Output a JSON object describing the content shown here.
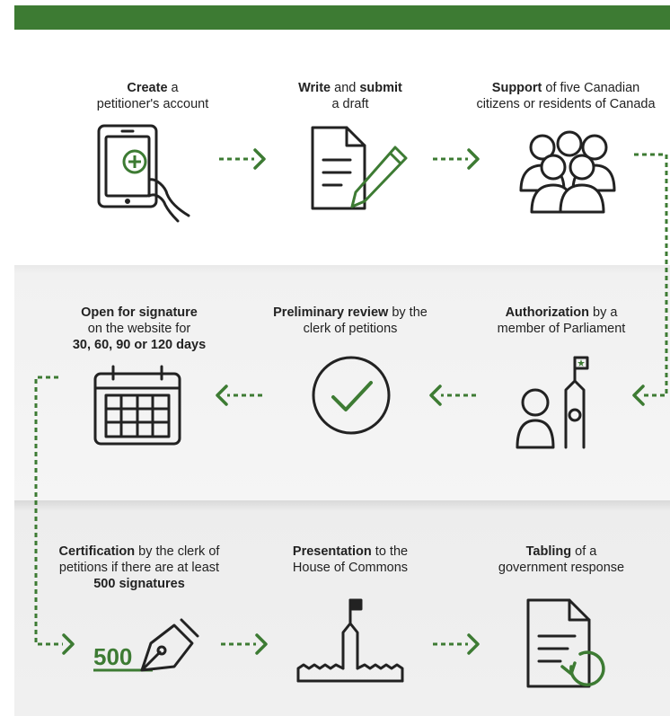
{
  "colors": {
    "accent": "#3d7b33",
    "icon": "#222222",
    "band2": "#f3f3f3",
    "band3": "#ececec"
  },
  "steps": [
    {
      "bold": "Create",
      "rest1": " a",
      "line2": "petitioner's account",
      "icon": "tablet-icon"
    },
    {
      "bold": "Write",
      "mid": " and ",
      "bold2": "submit",
      "line2": "a draft",
      "icon": "document-pen-icon"
    },
    {
      "bold": "Support",
      "rest1": " of five Canadian",
      "line2": "citizens or residents of Canada",
      "icon": "people-group-icon"
    },
    {
      "bold": "Authorization",
      "rest1": " by a",
      "line2": "member of Parliament",
      "icon": "member-parliament-icon"
    },
    {
      "bold": "Preliminary review",
      "rest1": " by the",
      "line2": "clerk of petitions",
      "icon": "checkmark-circle-icon"
    },
    {
      "bold": "Open for signature",
      "line2": "on the website for",
      "line3": "30, 60, 90 or 120 days",
      "icon": "calendar-icon"
    },
    {
      "bold": "Certification",
      "rest1": " by the clerk of",
      "line2": "petitions if there are at least",
      "line3": "500 signatures",
      "icon": "pen-nib-500-icon",
      "badge": "500"
    },
    {
      "bold": "Presentation",
      "rest1": " to the",
      "line2": "House of Commons",
      "icon": "parliament-building-icon"
    },
    {
      "bold": "Tabling",
      "rest1": " of a",
      "line2": "government response",
      "icon": "document-refresh-icon"
    }
  ]
}
